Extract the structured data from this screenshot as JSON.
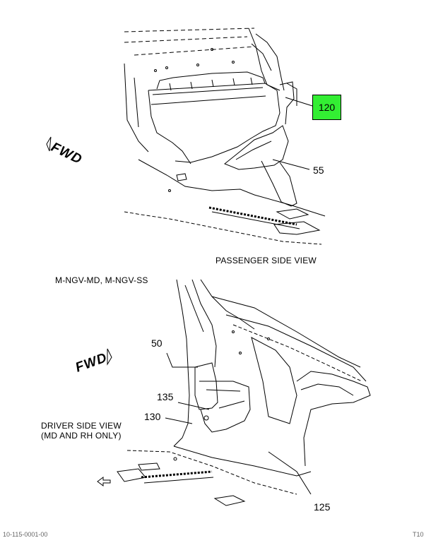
{
  "top_view": {
    "highlight_label": "120",
    "highlight_color": "#33ee33",
    "callout_55": "55",
    "caption": "PASSENGER SIDE VIEW",
    "fwd_text": "FWD"
  },
  "bottom_view": {
    "model_label": "M-NGV-MD, M-NGV-SS",
    "fwd_text": "FWD",
    "callout_50": "50",
    "callout_135": "135",
    "callout_130": "130",
    "callout_125": "125",
    "caption_line1": "DRIVER SIDE VIEW",
    "caption_line2": "(MD AND RH ONLY)"
  },
  "footer": {
    "left_code": "10-115-0001-00",
    "right_code": "T10"
  }
}
